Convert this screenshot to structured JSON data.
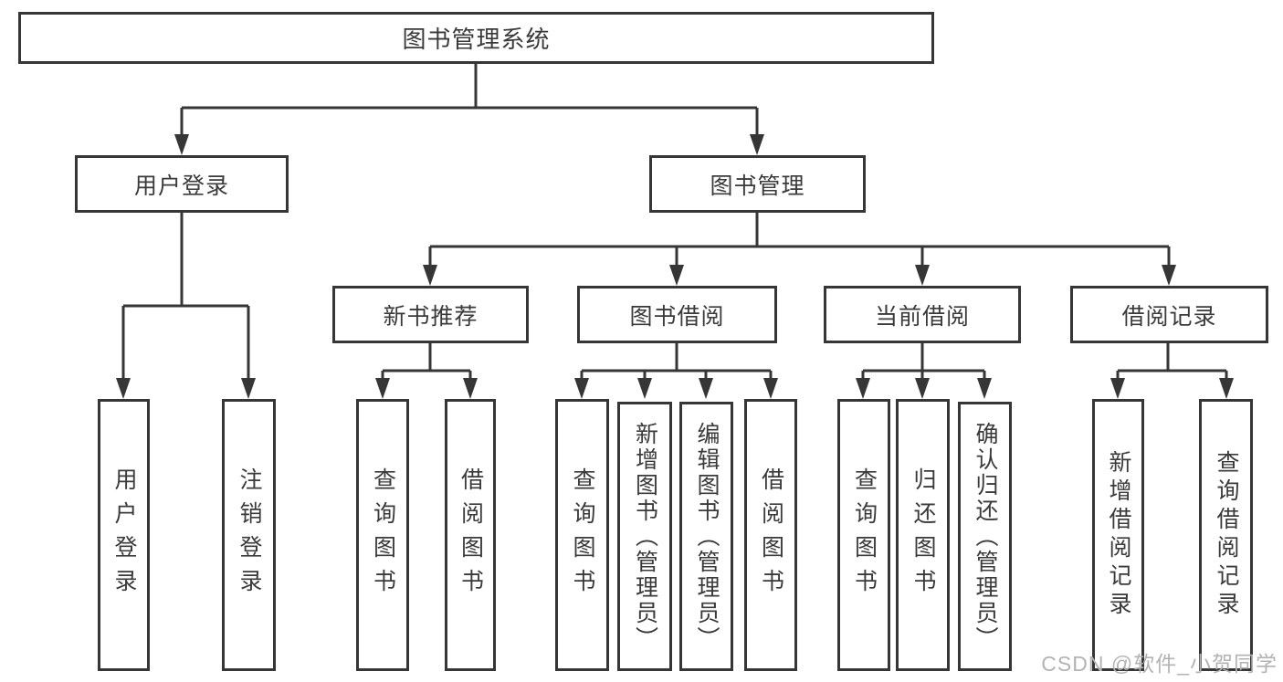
{
  "diagram_type": "hierarchy-tree",
  "colors": {
    "line": "#363636",
    "box_border": "#363636",
    "text": "#3a3a3a",
    "background": "#ffffff",
    "watermark": "#b3b3b3"
  },
  "tree": {
    "label": "图书管理系统",
    "children": [
      {
        "label": "用户登录",
        "children": [
          {
            "label": "用户登录"
          },
          {
            "label": "注销登录"
          }
        ]
      },
      {
        "label": "图书管理",
        "children": [
          {
            "label": "新书推荐",
            "children": [
              {
                "label": "查询图书"
              },
              {
                "label": "借阅图书"
              }
            ]
          },
          {
            "label": "图书借阅",
            "children": [
              {
                "label": "查询图书"
              },
              {
                "label": "新增图书（管理员）"
              },
              {
                "label": "编辑图书（管理员）"
              },
              {
                "label": "借阅图书"
              }
            ]
          },
          {
            "label": "当前借阅",
            "children": [
              {
                "label": "查询图书"
              },
              {
                "label": "归还图书"
              },
              {
                "label": "确认归还（管理员）"
              }
            ]
          },
          {
            "label": "借阅记录",
            "children": [
              {
                "label": "新增借阅记录"
              },
              {
                "label": "查询借阅记录"
              }
            ]
          }
        ]
      }
    ]
  },
  "watermark": "CSDN @软件_小贺同学"
}
